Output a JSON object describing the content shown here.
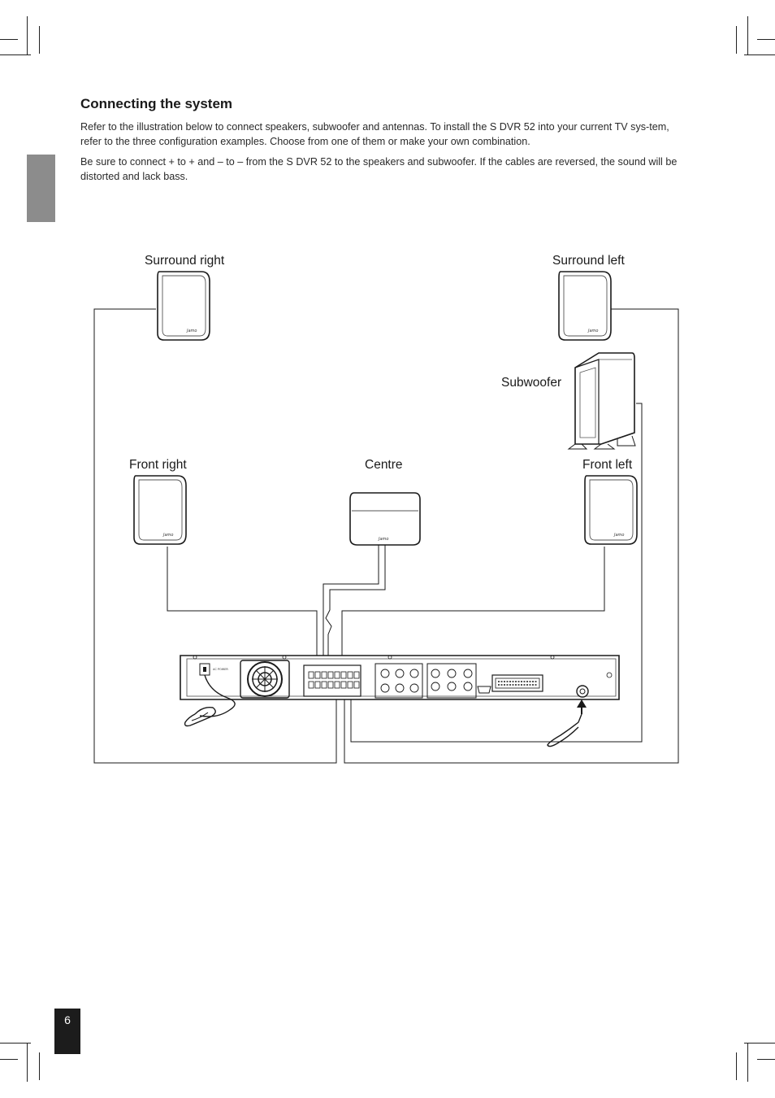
{
  "heading": "Connecting the system",
  "paragraphs": [
    "Refer to the illustration below to connect speakers, subwoofer and antennas. To install the S DVR 52 into your current TV sys-tem, refer to the three configuration examples. Choose from one of them or make your own combination.",
    "Be sure to connect + to + and – to – from the S DVR 52 to the speakers and subwoofer. If the cables are reversed, the sound will be distorted and lack bass."
  ],
  "speakers": {
    "surround_right": "Surround right",
    "surround_left": "Surround left",
    "subwoofer": "Subwoofer",
    "front_right": "Front right",
    "centre": "Centre",
    "front_left": "Front left"
  },
  "page_number": "6",
  "colors": {
    "ink": "#1a1a1a",
    "side_tab": "#8c8c8c",
    "page_box": "#1c1c1c"
  }
}
